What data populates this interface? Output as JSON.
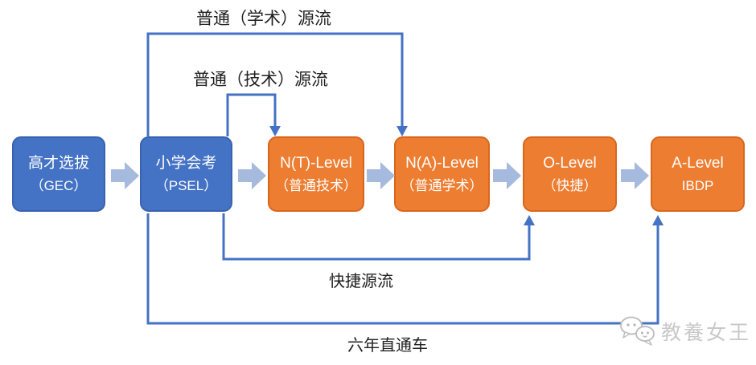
{
  "diagram": {
    "boxes": [
      {
        "id": "gec",
        "line1": "高才选拔",
        "line2": "（GEC）",
        "color": "blue"
      },
      {
        "id": "psel",
        "line1": "小学会考",
        "line2": "（PSEL）",
        "color": "blue"
      },
      {
        "id": "nt",
        "line1": "N(T)-Level",
        "line2": "（普通技术）",
        "color": "orange"
      },
      {
        "id": "na",
        "line1": "N(A)-Level",
        "line2": "（普通学术）",
        "color": "orange"
      },
      {
        "id": "o",
        "line1": "O-Level",
        "line2": "（快捷）",
        "color": "orange"
      },
      {
        "id": "a",
        "line1": "A-Level",
        "line2": "IBDP",
        "color": "orange"
      }
    ],
    "path_labels": {
      "academic": "普通（学术）源流",
      "technical": "普通（技术）源流",
      "express": "快捷源流",
      "through": "六年直通车"
    },
    "watermark": {
      "text": "教養女王",
      "icon": "chat-bubbles-icon"
    },
    "colors": {
      "node_blue": "#4472C4",
      "node_blue_border": "#3a63ae",
      "node_orange": "#ED7D31",
      "node_orange_border": "#da661d",
      "connector_blue": "#4472C4",
      "chevron_light_blue": "#a6bade",
      "label_text": "#1f1f1f",
      "watermark_grey": "#c9c9c9"
    }
  }
}
